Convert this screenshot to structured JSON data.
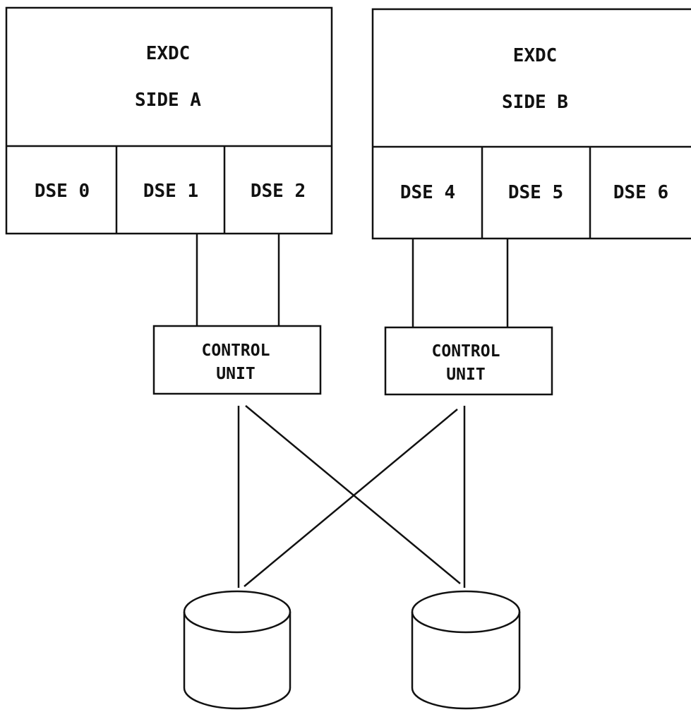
{
  "side_a": {
    "title": "EXDC",
    "subtitle": "SIDE A",
    "dse": [
      "DSE 0",
      "DSE 1",
      "DSE 2"
    ]
  },
  "side_b": {
    "title": "EXDC",
    "subtitle": "SIDE B",
    "dse": [
      "DSE 4",
      "DSE 5",
      "DSE 6"
    ]
  },
  "control_unit_left": {
    "line1": "CONTROL",
    "line2": "UNIT"
  },
  "control_unit_right": {
    "line1": "CONTROL",
    "line2": "UNIT"
  }
}
